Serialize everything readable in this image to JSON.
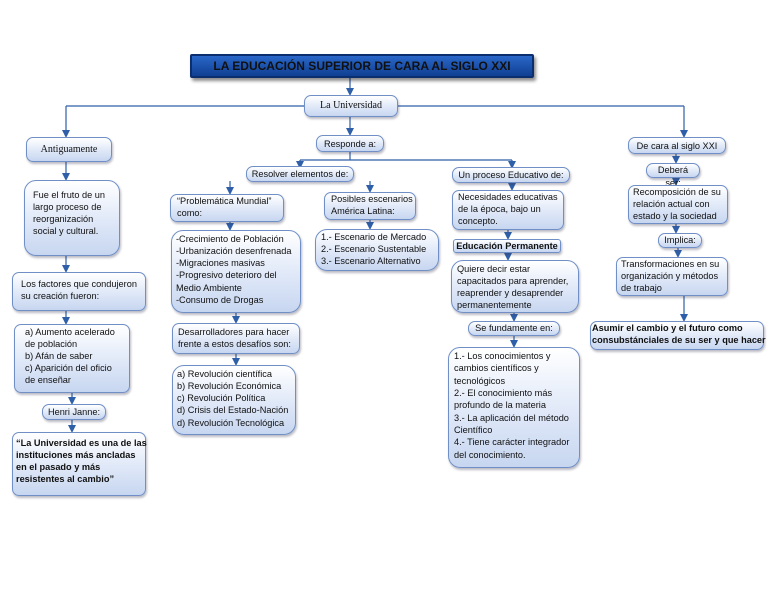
{
  "title": "LA EDUCACIÓN SUPERIOR DE CARA AL SIGLO XXI",
  "root": "La Universidad",
  "left": {
    "antiguamente": "Antiguamente",
    "fruto": [
      "Fue el fruto de un",
      "largo proceso de",
      "reorganización",
      "social y cultural."
    ],
    "factores": [
      "Los factores que condujeron",
      "su creación fueron:"
    ],
    "lista": [
      "a) Aumento acelerado",
      "de población",
      "b) Afán de saber",
      "c) Aparición del oficio",
      "de enseñar"
    ],
    "henri": "Henri Janne:",
    "cita": [
      "“La Universidad es una de las",
      "instituciones más ancladas",
      "en el pasado y más",
      "resistentes al cambio”"
    ]
  },
  "center": {
    "responde": "Responde a:",
    "resolver": "Resolver elementos de:",
    "problematica": [
      "“Problemática Mundial”",
      "como:"
    ],
    "problemas": [
      "-Crecimiento de Población",
      "-Urbanización desenfrenada",
      "-Migraciones masivas",
      "-Progresivo deterioro del",
      "Medio Ambiente",
      "-Consumo de Drogas"
    ],
    "desarrolladores": [
      "Desarrolladores para hacer",
      "frente a estos desafíos son:"
    ],
    "revoluciones": [
      "a) Revolución científica",
      "b) Revolución Económica",
      "c) Revolución Política",
      "d) Crisis del Estado-Nación",
      "d) Revolución Tecnológica"
    ],
    "posibles": [
      "Posibles escenarios",
      "América Latina:"
    ],
    "escenarios": [
      "1.- Escenario de Mercado",
      "2.- Escenario Sustentable",
      "3.- Escenario Alternativo"
    ],
    "proceso": "Un proceso Educativo de:",
    "necesidades": [
      "Necesidades  educativas",
      "de la época, bajo un",
      "concepto."
    ],
    "permanente": "Educación Permanente",
    "quiere": [
      "Quiere decir estar",
      "capacitados para aprender,",
      "reaprender y desaprender",
      "permanentemente"
    ],
    "fundamente": "Se fundamente en:",
    "conocimientos": [
      "1.- Los conocimientos y",
      "cambios científicos y",
      "tecnológicos",
      "2.- El conocimiento más",
      "profundo de la materia",
      "3.- La aplicación del método",
      "Científico",
      "4.- Tiene carácter integrador",
      "del conocimiento."
    ]
  },
  "right": {
    "siglo": "De cara al siglo XXI",
    "debera": "Deberá ser:",
    "recomposicion": [
      "Recomposición de su",
      "relación actual con",
      "estado y la sociedad"
    ],
    "implica": "Implica:",
    "transformaciones": [
      "Transformaciones en su",
      "organización y métodos",
      "de trabajo"
    ],
    "asumir": [
      "Asumir el cambio y el futuro como",
      "consubstánciales de su ser y que hacer"
    ]
  }
}
